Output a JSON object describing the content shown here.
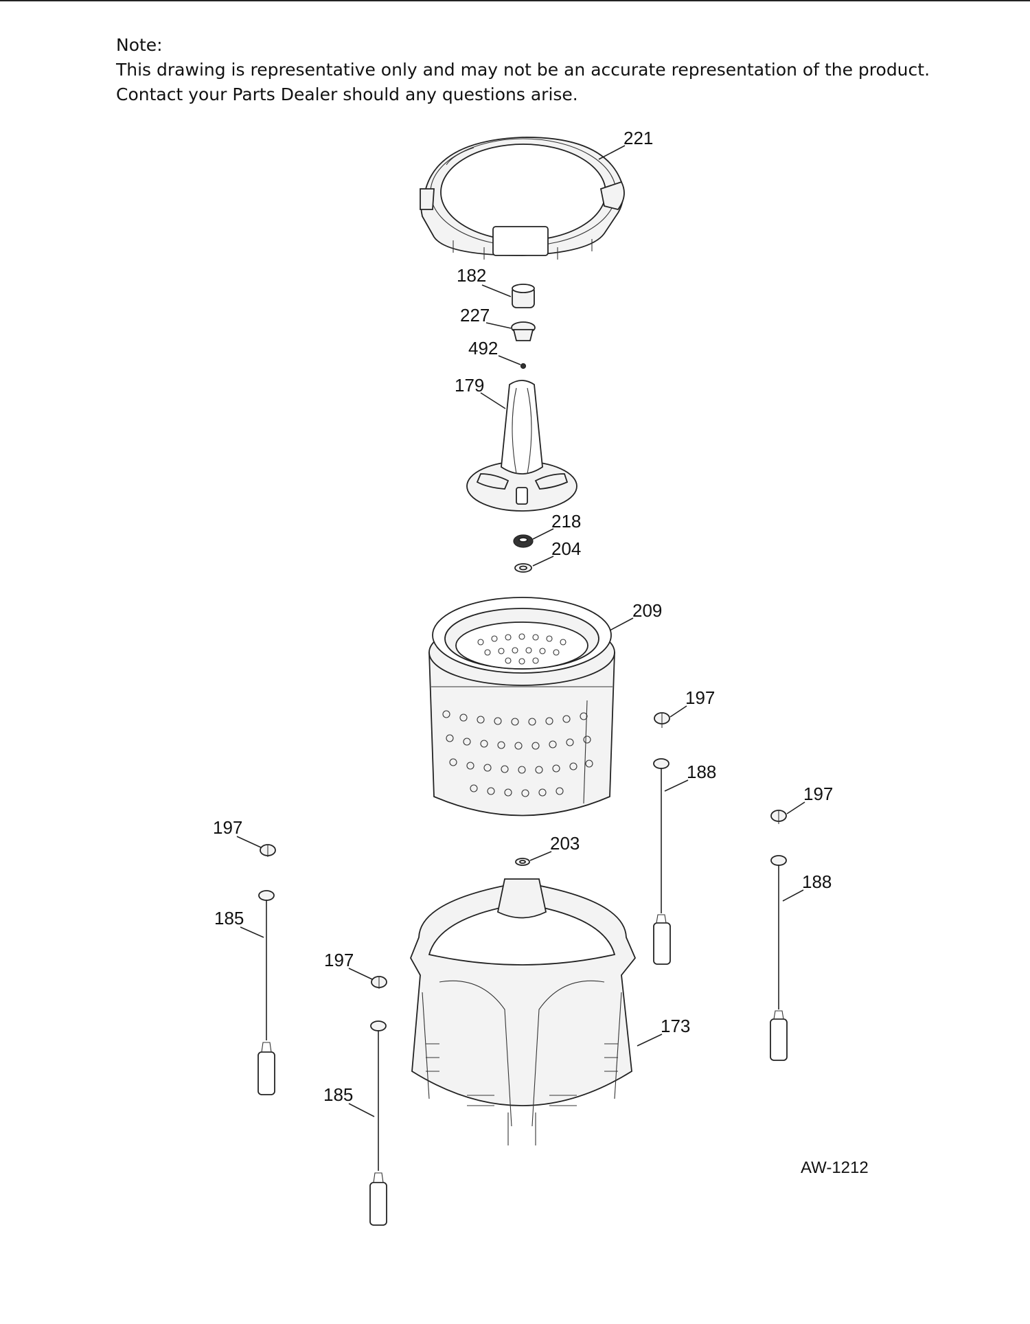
{
  "note": {
    "heading": "Note:",
    "line1": "This drawing is representative only and may not be an accurate representation of the product.",
    "line2": "Contact your Parts Dealer should any questions arise."
  },
  "callouts": {
    "ring_221": "221",
    "bushing_182": "182",
    "cap_227": "227",
    "screw_492": "492",
    "agitator_179": "179",
    "nut_218": "218",
    "washer_204": "204",
    "basket_209": "209",
    "grommet_197_right_upper": "197",
    "rod_188_upper": "188",
    "grommet_197_far_right": "197",
    "rod_188_lower": "188",
    "grommet_197_left": "197",
    "rod_185_left": "185",
    "washer_203": "203",
    "grommet_197_center_left": "197",
    "tub_173": "173",
    "rod_185_center": "185"
  },
  "drawing_code": "AW-1212",
  "colors": {
    "ink": "#222222",
    "paper": "#ffffff"
  }
}
